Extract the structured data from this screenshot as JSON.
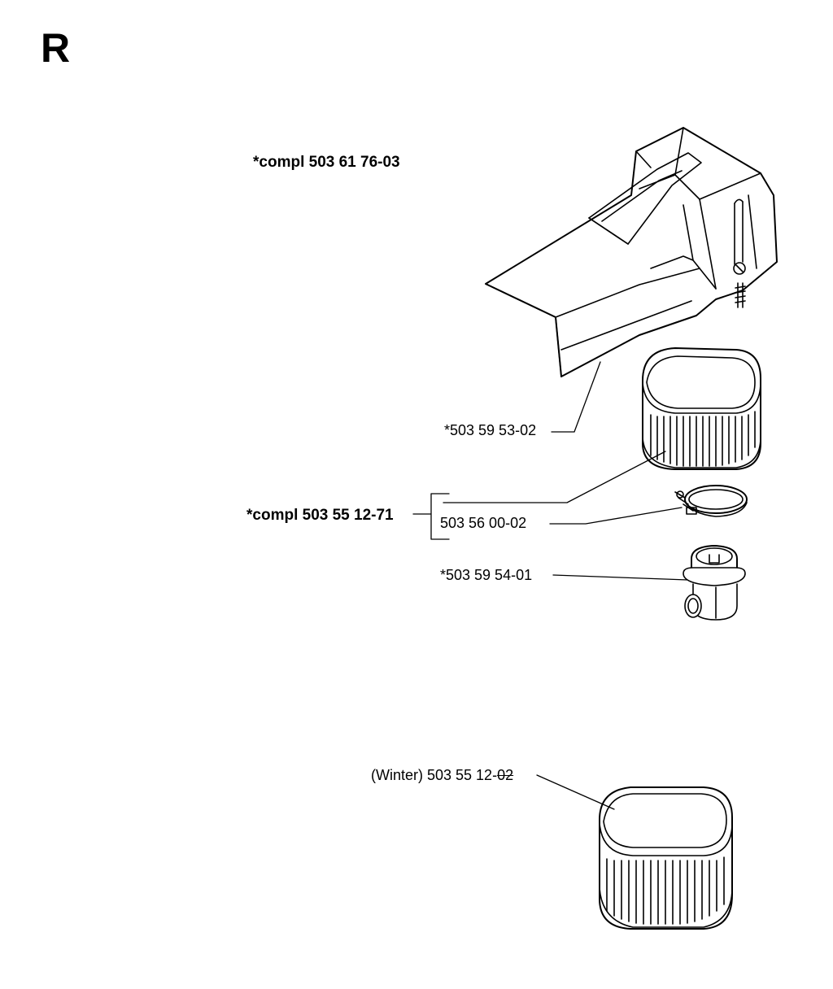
{
  "section_letter": "R",
  "labels": {
    "cover_assembly": "*compl 503 61 76-03",
    "cover": "*503 59 53-02",
    "filter_assembly": "*compl 503 55 12-71",
    "clamp": "503 56 00-02",
    "intake_adapter": "*503 59 54-01",
    "winter_filter_prefix": "(Winter) 503 55 12-",
    "winter_filter_struck": "02"
  }
}
